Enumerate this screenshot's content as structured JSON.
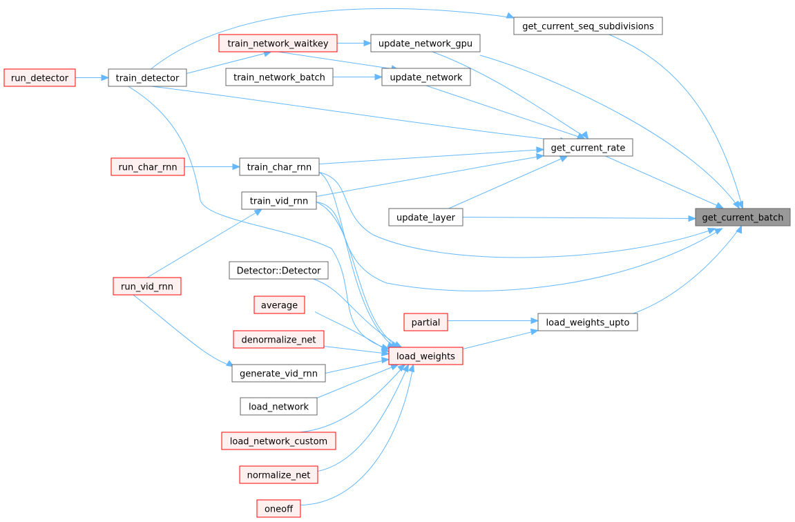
{
  "diagram": {
    "nodes": {
      "get_current_batch": {
        "label": "get_current_batch",
        "style": "focus"
      },
      "get_current_rate": {
        "label": "get_current_rate",
        "style": "normal"
      },
      "get_current_seq_subdivisions": {
        "label": "get_current_seq_subdivisions",
        "style": "normal"
      },
      "update_network_gpu": {
        "label": "update_network_gpu",
        "style": "normal"
      },
      "train_network_waitkey": {
        "label": "train_network_waitkey",
        "style": "red"
      },
      "train_detector": {
        "label": "train_detector",
        "style": "normal"
      },
      "run_detector": {
        "label": "run_detector",
        "style": "red"
      },
      "train_network_batch": {
        "label": "train_network_batch",
        "style": "normal"
      },
      "update_network": {
        "label": "update_network",
        "style": "normal"
      },
      "train_char_rnn": {
        "label": "train_char_rnn",
        "style": "normal"
      },
      "run_char_rnn": {
        "label": "run_char_rnn",
        "style": "red"
      },
      "train_vid_rnn": {
        "label": "train_vid_rnn",
        "style": "normal"
      },
      "update_layer": {
        "label": "update_layer",
        "style": "normal"
      },
      "run_vid_rnn": {
        "label": "run_vid_rnn",
        "style": "red"
      },
      "detector_ctor": {
        "label": "Detector::Detector",
        "style": "normal"
      },
      "average": {
        "label": "average",
        "style": "red"
      },
      "partial": {
        "label": "partial",
        "style": "red"
      },
      "load_weights_upto": {
        "label": "load_weights_upto",
        "style": "normal"
      },
      "denormalize_net": {
        "label": "denormalize_net",
        "style": "red"
      },
      "load_weights": {
        "label": "load_weights",
        "style": "red"
      },
      "generate_vid_rnn": {
        "label": "generate_vid_rnn",
        "style": "normal"
      },
      "load_network": {
        "label": "load_network",
        "style": "normal"
      },
      "load_network_custom": {
        "label": "load_network_custom",
        "style": "red"
      },
      "normalize_net": {
        "label": "normalize_net",
        "style": "red"
      },
      "oneoff": {
        "label": "oneoff",
        "style": "red"
      }
    },
    "edges": [
      {
        "from": "train_detector",
        "to": "get_current_seq_subdivisions"
      },
      {
        "from": "get_current_seq_subdivisions",
        "to": "get_current_batch"
      },
      {
        "from": "update_network_gpu",
        "to": "train_network_waitkey"
      },
      {
        "from": "update_network_gpu",
        "to": "get_current_batch"
      },
      {
        "from": "update_network_gpu",
        "to": "get_current_rate"
      },
      {
        "from": "train_network_waitkey",
        "to": "train_detector"
      },
      {
        "from": "train_detector",
        "to": "run_detector"
      },
      {
        "from": "update_network",
        "to": "train_network_waitkey"
      },
      {
        "from": "update_network",
        "to": "train_network_batch"
      },
      {
        "from": "update_network",
        "to": "get_current_rate"
      },
      {
        "from": "get_current_rate",
        "to": "train_detector"
      },
      {
        "from": "get_current_rate",
        "to": "get_current_batch"
      },
      {
        "from": "get_current_rate",
        "to": "train_char_rnn"
      },
      {
        "from": "get_current_rate",
        "to": "train_vid_rnn"
      },
      {
        "from": "get_current_rate",
        "to": "update_layer"
      },
      {
        "from": "train_char_rnn",
        "to": "run_char_rnn"
      },
      {
        "from": "train_char_rnn",
        "to": "get_current_batch"
      },
      {
        "from": "train_vid_rnn",
        "to": "run_vid_rnn"
      },
      {
        "from": "train_vid_rnn",
        "to": "get_current_batch"
      },
      {
        "from": "update_layer",
        "to": "get_current_batch"
      },
      {
        "from": "load_weights_upto",
        "to": "get_current_batch"
      },
      {
        "from": "load_weights_upto",
        "to": "partial"
      },
      {
        "from": "load_weights",
        "to": "load_weights_upto"
      },
      {
        "from": "load_weights",
        "to": "train_detector"
      },
      {
        "from": "load_weights",
        "to": "train_char_rnn"
      },
      {
        "from": "load_weights",
        "to": "train_vid_rnn"
      },
      {
        "from": "load_weights",
        "to": "detector_ctor"
      },
      {
        "from": "load_weights",
        "to": "average"
      },
      {
        "from": "load_weights",
        "to": "denormalize_net"
      },
      {
        "from": "load_weights",
        "to": "generate_vid_rnn"
      },
      {
        "from": "load_weights",
        "to": "load_network"
      },
      {
        "from": "load_weights",
        "to": "load_network_custom"
      },
      {
        "from": "load_weights",
        "to": "normalize_net"
      },
      {
        "from": "load_weights",
        "to": "oneoff"
      },
      {
        "from": "generate_vid_rnn",
        "to": "run_vid_rnn"
      }
    ],
    "colors": {
      "edge": "#63b8ff",
      "focus_fill": "#999999",
      "focus_stroke": "#666666",
      "normal_fill": "#ffffff",
      "normal_stroke": "#666666",
      "red_fill": "#fff0f0",
      "red_stroke": "#ff0000"
    }
  }
}
